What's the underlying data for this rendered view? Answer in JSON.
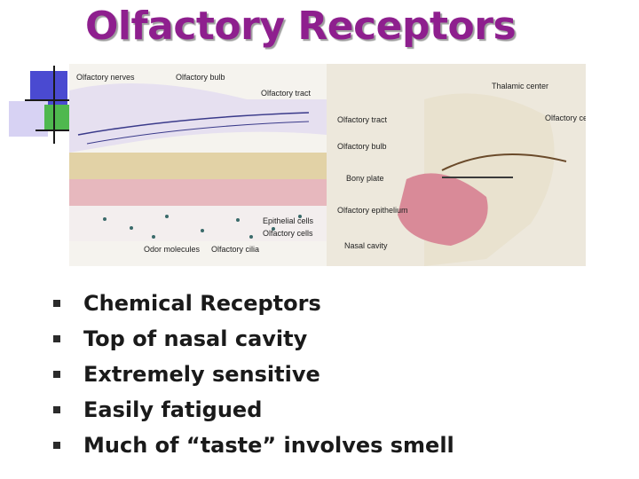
{
  "slide": {
    "title": "Olfactory Receptors"
  },
  "figure": {
    "labels": {
      "olfactory_nerves": "Olfactory nerves",
      "olfactory_bulb_left": "Olfactory bulb",
      "olfactory_tract_left": "Olfactory tract",
      "epithelial_cells": "Epithelial cells",
      "olfactory_cells": "Olfactory cells",
      "odor_molecules": "Odor molecules",
      "olfactory_cilia": "Olfactory cilia",
      "thalamic_center": "Thalamic center",
      "olfactory_center": "Olfactory center",
      "olfactory_tract_right": "Olfactory tract",
      "olfactory_bulb_right": "Olfactory bulb",
      "bony_plate": "Bony plate",
      "olfactory_epithelium": "Olfactory epithelium",
      "nasal_cavity": "Nasal cavity"
    }
  },
  "bullets": [
    "Chemical Receptors",
    "Top of nasal cavity",
    "Extremely sensitive",
    "Easily fatigued",
    "Much of “taste” involves smell"
  ],
  "colors": {
    "title": "#8e1f8e",
    "accent_blue": "#4a4ad1",
    "accent_green": "#4fb84f",
    "accent_lilac": "#d7d2f3"
  }
}
